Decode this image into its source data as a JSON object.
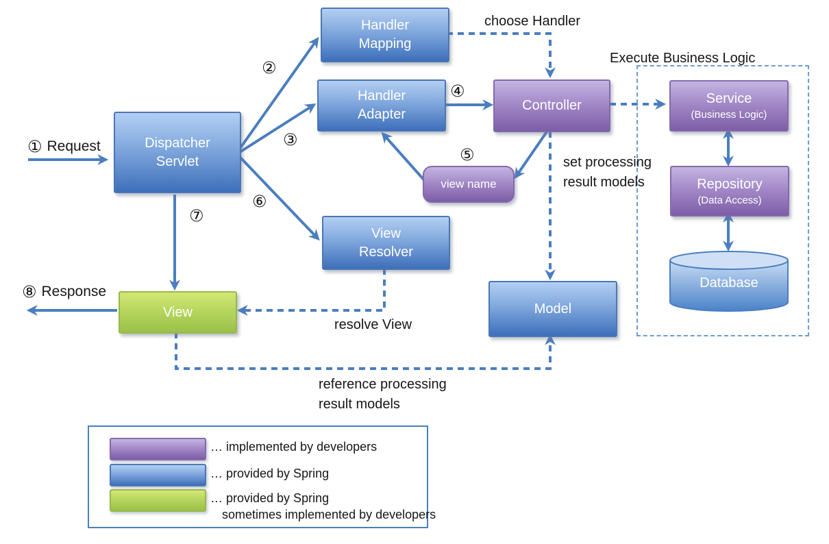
{
  "nodes": {
    "handler_mapping": {
      "line1": "Handler",
      "line2": "Mapping"
    },
    "handler_adapter": {
      "line1": "Handler",
      "line2": "Adapter"
    },
    "dispatcher_servlet": {
      "line1": "Dispatcher",
      "line2": "Servlet"
    },
    "view_resolver": {
      "line1": "View",
      "line2": "Resolver"
    },
    "controller": {
      "label": "Controller"
    },
    "view_name": {
      "label": "view name"
    },
    "view": {
      "label": "View"
    },
    "model": {
      "label": "Model"
    },
    "service": {
      "label": "Service",
      "sublabel": "(Business Logic)"
    },
    "repository": {
      "label": "Repository",
      "sublabel": "(Data Access)"
    },
    "database": {
      "label": "Database"
    }
  },
  "steps": {
    "s1": "①",
    "s2": "②",
    "s3": "③",
    "s4": "④",
    "s5": "⑤",
    "s6": "⑥",
    "s7": "⑦",
    "s8": "⑧"
  },
  "labels": {
    "request": "Request",
    "response": "Response",
    "choose_handler": "choose Handler",
    "execute_business_logic": "Execute Business Logic",
    "set_processing_1": "set processing",
    "set_processing_2": "result models",
    "resolve_view": "resolve View",
    "reference_processing_1": "reference processing",
    "reference_processing_2": "result models"
  },
  "legend": {
    "items": [
      {
        "swatch": "purple",
        "line1": "… implemented by developers"
      },
      {
        "swatch": "blue",
        "line1": "… provided by Spring"
      },
      {
        "swatch": "green",
        "line1": "… provided by Spring",
        "line2": "sometimes implemented by developers"
      }
    ]
  },
  "colors": {
    "arrow": "#4a7ebf",
    "blue_box": "#4f81bd",
    "purple_box": "#8064a2",
    "green_box": "#9bbb59",
    "dashed_border": "#6c9bd2",
    "text": "#161616"
  }
}
